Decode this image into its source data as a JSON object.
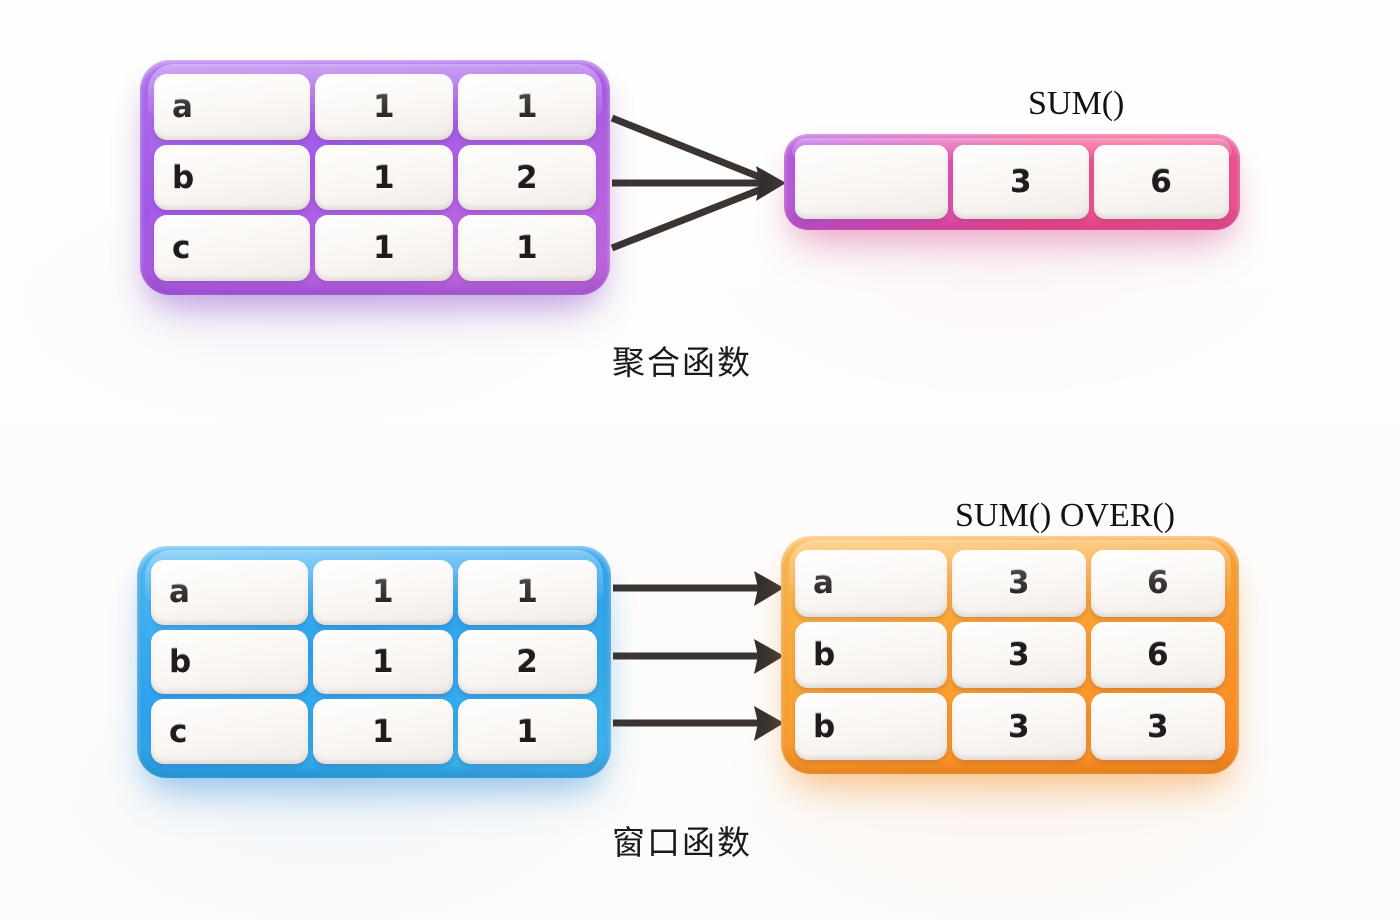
{
  "background": {
    "canvas_color": "#fdfdfb"
  },
  "palette": {
    "purple": "#a45ce8",
    "pink": "#f0508f",
    "blue": "#2fa5ef",
    "orange": "#fba636",
    "cell": "#f8f5f2",
    "text": "#201c1b",
    "arrow": "#3a3533"
  },
  "sections": {
    "aggregate": {
      "caption": "聚合函数",
      "function_label": "SUM()",
      "source_table": {
        "color": "#a45ce8",
        "rows": [
          [
            "a",
            "1",
            "1"
          ],
          [
            "b",
            "1",
            "2"
          ],
          [
            "c",
            "1",
            "1"
          ]
        ]
      },
      "result_table": {
        "color": "#f0508f",
        "rows": [
          [
            "",
            "3",
            "6"
          ]
        ]
      },
      "arrow_count": 3,
      "arrow_style": "converging"
    },
    "window": {
      "caption": "窗口函数",
      "function_label": "SUM() OVER()",
      "source_table": {
        "color": "#2fa5ef",
        "rows": [
          [
            "a",
            "1",
            "1"
          ],
          [
            "b",
            "1",
            "2"
          ],
          [
            "c",
            "1",
            "1"
          ]
        ]
      },
      "result_table": {
        "color": "#fba636",
        "rows": [
          [
            "a",
            "3",
            "6"
          ],
          [
            "b",
            "3",
            "6"
          ],
          [
            "b",
            "3",
            "3"
          ]
        ]
      },
      "arrow_count": 3,
      "arrow_style": "parallel"
    }
  }
}
